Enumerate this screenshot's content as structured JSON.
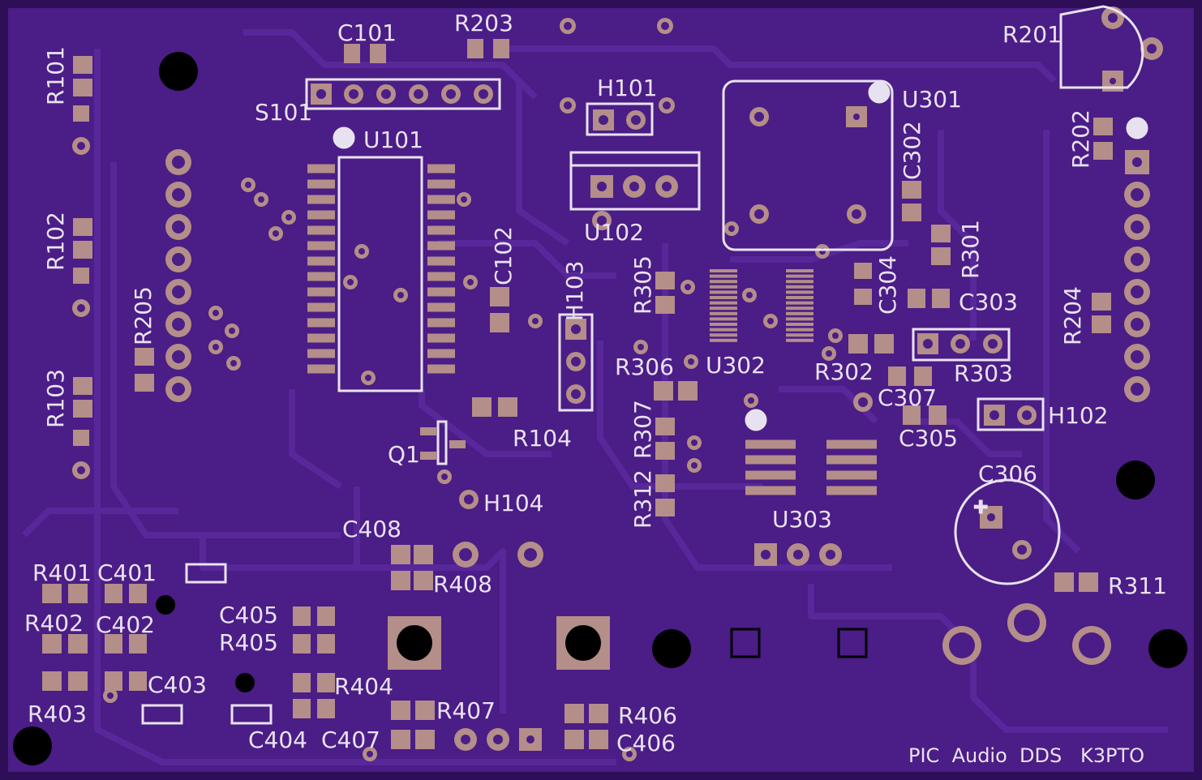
{
  "board": {
    "title": "PIC  Audio  DDS",
    "author": "K3PTO",
    "colors": {
      "board": "#4b1d86",
      "edge": "#2e0e57",
      "trace": "#58279a",
      "pad": "#b48e88",
      "hole": "#000000",
      "silk": "#e8e2f0"
    }
  },
  "labels": {
    "c101": "C101",
    "r203": "R203",
    "r201": "R201",
    "r101": "R101",
    "s101": "S101",
    "h101": "H101",
    "u301": "U301",
    "u101": "U101",
    "r202": "R202",
    "c302": "C302",
    "r102": "R102",
    "u102": "U102",
    "c102": "C102",
    "r301": "R301",
    "r205": "R205",
    "h103": "H103",
    "r305": "R305",
    "c304": "C304",
    "c303": "C303",
    "r204": "R204",
    "r103": "R103",
    "r306": "R306",
    "u302": "U302",
    "r302": "R302",
    "r303": "R303",
    "c307": "C307",
    "r307": "R307",
    "h102": "H102",
    "r104": "R104",
    "c305": "C305",
    "q1": "Q1",
    "c306": "C306",
    "h104": "H104",
    "r312": "R312",
    "u303": "U303",
    "c408": "C408",
    "r401": "R401",
    "c401": "C401",
    "r408": "R408",
    "r311": "R311",
    "c405": "C405",
    "r402": "R402",
    "c402": "C402",
    "r405": "R405",
    "c403": "C403",
    "r404": "R404",
    "r403": "R403",
    "r407": "R407",
    "r406": "R406",
    "c404": "C404",
    "c407": "C407",
    "c406": "C406"
  }
}
